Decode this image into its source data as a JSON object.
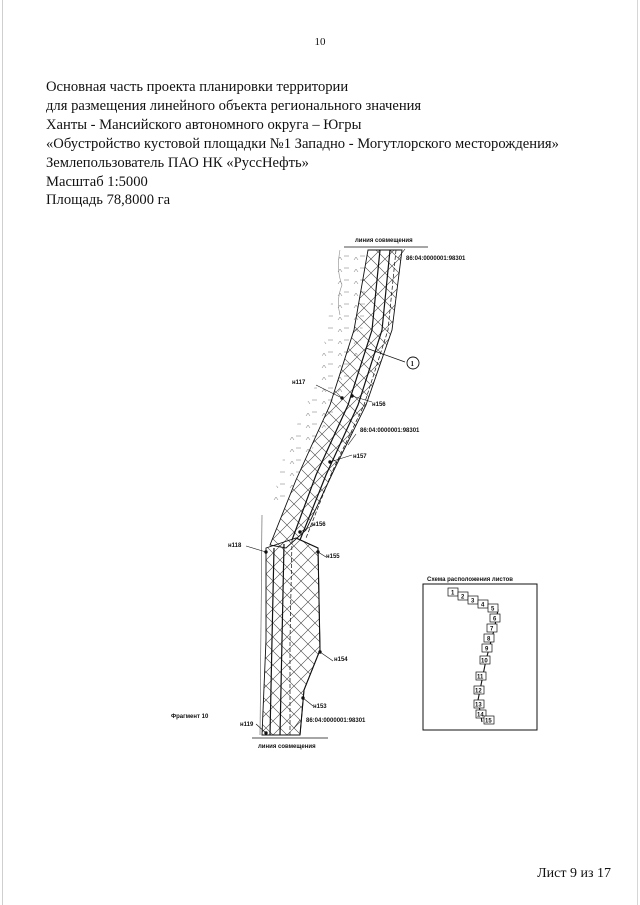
{
  "page": {
    "number": "10"
  },
  "header": {
    "lines": [
      "Основная часть проекта планировки территории",
      "для размещения линейного объекта  регионального значения",
      " Ханты - Мансийского автономного  округа – Югры",
      "«Обустройство кустовой площадки №1 Западно - Могутлорского месторождения»",
      "Землепользователь  ПАО НК «РуссНефть»",
      "Масштаб 1:5000",
      "Площадь 78,8000 га"
    ]
  },
  "drawing": {
    "match_line_top": "линия совмещения",
    "match_line_bottom": "линия совмещения",
    "fragment_label": "Фрагмент 10",
    "callout_number": "1",
    "cadastral_labels": [
      "86:04:0000001:98301",
      "86:04:0000001:98301",
      "86:04:0000001:98301"
    ],
    "point_labels": [
      "н117",
      "н156",
      "н157",
      "н156",
      "н118",
      "н155",
      "н154",
      "н153",
      "н119"
    ],
    "inset": {
      "title": "Схема расположения листов",
      "sheet_numbers": [
        "1",
        "2",
        "3",
        "4",
        "5",
        "6",
        "7",
        "8",
        "9",
        "10",
        "11",
        "12",
        "13",
        "14",
        "15"
      ]
    }
  },
  "footer": {
    "sheet": "Лист 9 из 17"
  }
}
